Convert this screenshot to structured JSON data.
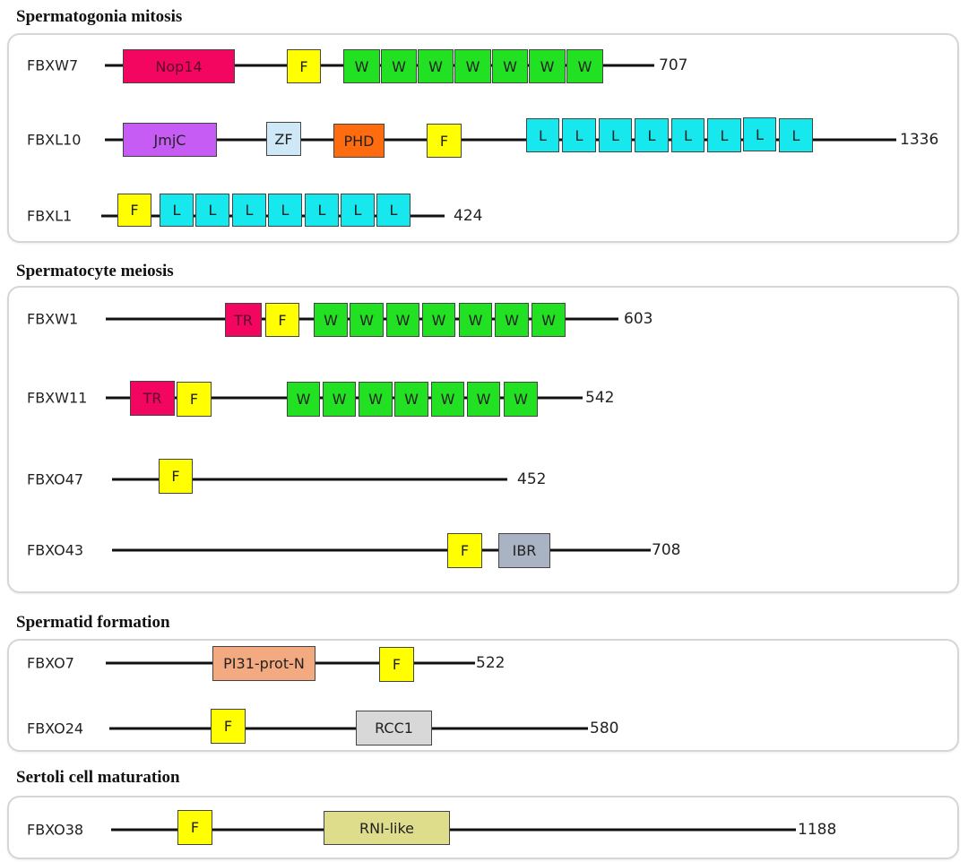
{
  "colors": {
    "Nop14": "#f2065f",
    "F": "#ffff00",
    "W": "#22e022",
    "L": "#17e8ee",
    "JmjC": "#c75cf5",
    "ZF": "#cfe8f8",
    "PHD": "#ff6c10",
    "TR": "#f2065f",
    "IBR": "#a9b3c4",
    "PI31-prot-N": "#f3aa80",
    "RCC1": "#d8d8d8",
    "RNI-like": "#dedd8c"
  },
  "sections": [
    {
      "title": "Spermatogonia mitosis",
      "genes": [
        {
          "name": "FBXW7",
          "length": "707",
          "domains": [
            "Nop14",
            "F",
            "W",
            "W",
            "W",
            "W",
            "W",
            "W",
            "W"
          ]
        },
        {
          "name": "FBXL10",
          "length": "1336",
          "domains": [
            "JmjC",
            "ZF",
            "PHD",
            "F",
            "L",
            "L",
            "L",
            "L",
            "L",
            "L",
            "L",
            "L"
          ]
        },
        {
          "name": "FBXL1",
          "length": "424",
          "domains": [
            "F",
            "L",
            "L",
            "L",
            "L",
            "L",
            "L",
            "L"
          ]
        }
      ]
    },
    {
      "title": "Spermatocyte meiosis",
      "genes": [
        {
          "name": "FBXW1",
          "length": "603",
          "domains": [
            "TR",
            "F",
            "W",
            "W",
            "W",
            "W",
            "W",
            "W",
            "W"
          ]
        },
        {
          "name": "FBXW11",
          "length": "542",
          "domains": [
            "TR",
            "F",
            "W",
            "W",
            "W",
            "W",
            "W",
            "W",
            "W"
          ]
        },
        {
          "name": "FBXO47",
          "length": "452",
          "domains": [
            "F"
          ]
        },
        {
          "name": "FBXO43",
          "length": "708",
          "domains": [
            "F",
            "IBR"
          ]
        }
      ]
    },
    {
      "title": "Spermatid formation",
      "genes": [
        {
          "name": "FBXO7",
          "length": "522",
          "domains": [
            "PI31-prot-N",
            "F"
          ]
        },
        {
          "name": "FBXO24",
          "length": "580",
          "domains": [
            "F",
            "RCC1"
          ]
        }
      ]
    },
    {
      "title": "Sertoli cell maturation",
      "genes": [
        {
          "name": "FBXO38",
          "length": "1188",
          "domains": [
            "F",
            "RNI-like"
          ]
        }
      ]
    }
  ]
}
